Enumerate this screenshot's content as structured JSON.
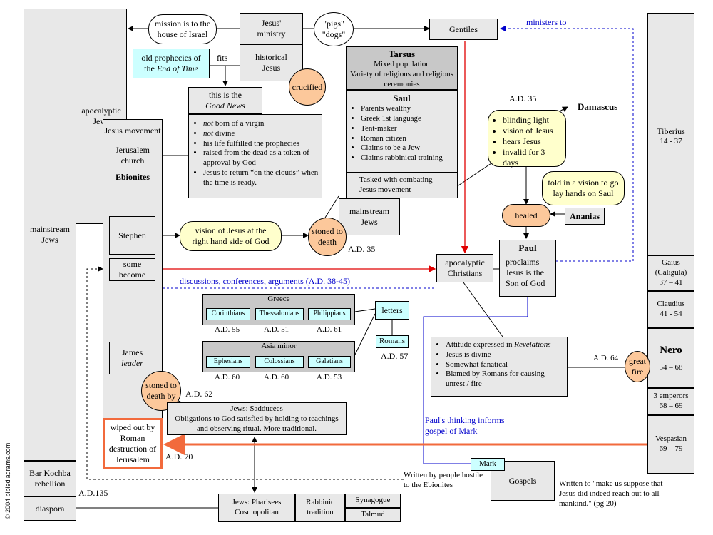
{
  "copyright": "© 2004 biblediagrams.com",
  "left": {
    "mainstream_jews": "mainstream Jews",
    "apocalyptic_jews": "apocalyptic Jews",
    "bar_kochba": "Bar Kochba rebellion",
    "bar_kochba_date": "A.D.135",
    "diaspora": "diaspora"
  },
  "ministry": {
    "jesus_ministry": "Jesus' ministry",
    "historical_jesus": "historical Jesus",
    "crucified": "crucified",
    "mission": "mission is to the house of Israel",
    "pigs_dogs": "\"pigs\" \"dogs\"",
    "gentiles": "Gentiles",
    "ministers_to": "ministers to",
    "old_prophecies_a": "old prophecies of",
    "old_prophecies_b": "the",
    "old_prophecies_c": "End of Time",
    "fits": "fits"
  },
  "good_news": {
    "title_a": "this is the",
    "title_b": "Good News",
    "items": [
      {
        "pre": "not",
        "rest": " born of a virgin"
      },
      {
        "pre": "not",
        "rest": " divine"
      },
      {
        "pre": "",
        "rest": "his life fulfilled the prophecies"
      },
      {
        "pre": "",
        "rest": "raised from the dead as a token of approval by God"
      },
      {
        "pre": "",
        "rest": "Jesus to return “on the clouds” when the time is ready."
      }
    ]
  },
  "tarsus": {
    "title": "Tarsus",
    "line1": "Mixed population",
    "line2": "Variety of religions and religious ceremonies",
    "saul": "Saul",
    "saul_items": [
      "Parents wealthy",
      "Greek 1st language",
      "Tent-maker",
      "Roman citizen",
      "Claims to be a Jew",
      "Claims rabbinical training"
    ],
    "tasked": "Tasked with combating Jesus movement",
    "mainstream_jews": "mainstream Jews",
    "date": "A.D. 35"
  },
  "damascus": {
    "date": "A.D. 35",
    "label": "Damascus",
    "items": [
      "blinding light",
      "vision of Jesus",
      "hears Jesus",
      "invalid for 3 days"
    ],
    "told": "told in a vision to go lay hands on Saul",
    "healed": "healed",
    "ananias": "Ananias"
  },
  "ebionites": {
    "jesus_movement": "Jesus movement",
    "jerusalem_church": "Jerusalem church",
    "ebionites": "Ebionites",
    "stephen": "Stephen",
    "vision": "vision of Jesus at the right hand side of God",
    "stoned": "stoned to death",
    "stoned_date": "A.D. 35",
    "some_become": "some become",
    "discussions": "discussions, conferences, arguments (A.D. 38-45)",
    "james_a": "James",
    "james_b": "leader",
    "stoned_by": "stoned to death by",
    "stoned_by_date": "A.D. 62",
    "wiped": "wiped out by Roman destruction of Jerusalem",
    "wiped_date": "A.D. 70"
  },
  "paul": {
    "apocalyptic_christians": "apocalyptic Christians",
    "paul": "Paul",
    "proclaims": "proclaims Jesus is the Son of God",
    "letters": "letters",
    "greece": "Greece",
    "greece_letters": [
      {
        "name": "Corinthians",
        "date": "A.D. 55"
      },
      {
        "name": "Thessalonians",
        "date": "A.D. 51"
      },
      {
        "name": "Philippians",
        "date": "A.D. 61"
      }
    ],
    "asia": "Asia minor",
    "asia_letters": [
      {
        "name": "Ephesians",
        "date": "A.D. 60"
      },
      {
        "name": "Colossians",
        "date": "A.D. 60"
      },
      {
        "name": "Galatians",
        "date": "A.D. 53"
      }
    ],
    "romans": "Romans",
    "romans_date": "A.D. 57",
    "attitudes": [
      "Attitude expressed in ",
      "Jesus is divine",
      "Somewhat fanatical",
      "Blamed by Romans for causing unrest / fire"
    ],
    "revelations": "Revelations",
    "paul_thinking": "Paul's thinking informs gospel of Mark"
  },
  "sects": {
    "sadducees_title": "Jews: Sadducees",
    "sadducees_text": "Obligations to God satisfied by holding to teachings and observing ritual.  More traditional.",
    "pharisees": "Jews: Pharisees Cosmopolitan",
    "rabbinic": "Rabbinic tradition",
    "synagogue": "Synagogue",
    "talmud": "Talmud"
  },
  "gospels": {
    "mark": "Mark",
    "gospels": "Gospels",
    "written_by": "Written by people hostile to the Ebionites",
    "written_to": "Written to \"make us suppose that Jesus did indeed reach out to all mankind.\" (pg 20)"
  },
  "emperors": {
    "tiberius": "Tiberius",
    "tiberius_dates": "14 - 37",
    "gaius": "Gaius (Caligula)",
    "gaius_dates": "37 – 41",
    "claudius": "Claudius",
    "claudius_dates": "41 - 54",
    "nero": "Nero",
    "nero_dates": "54 – 68",
    "three": "3 emperors",
    "three_dates": "68 – 69",
    "vespasian": "Vespasian",
    "vespasian_dates": "69 – 79",
    "great_fire": "great fire",
    "fire_date": "A.D. 64"
  },
  "colors": {
    "red": "#e00000",
    "blue": "#0000cc",
    "orange": "#f26a3c",
    "cyan": "#ccffff",
    "yellow": "#ffffcc",
    "peach": "#fcc89b"
  }
}
